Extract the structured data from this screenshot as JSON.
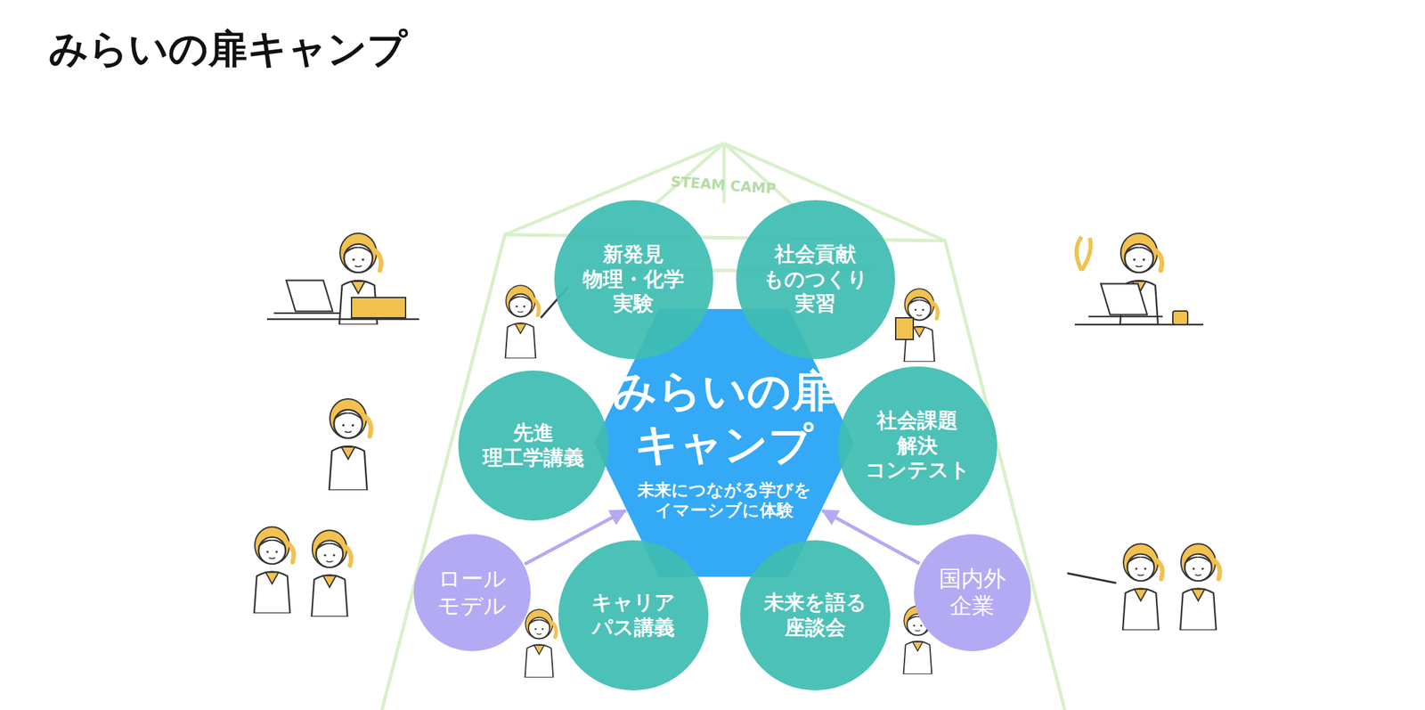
{
  "diagram": {
    "title": "みらいの扉キャンプ",
    "nodes": [
      {
        "text": [
          "みらいの扉 キャンプ",
          "未来につながる学びを イマーシブに体験"
        ]
      },
      {
        "text": [
          "新発見 物理・化学 実験"
        ]
      },
      {
        "text": [
          "社会貢献 ものつくり 実習"
        ]
      },
      {
        "text": [
          "先進 理工学講義"
        ]
      },
      {
        "text": [
          "社会課題 解決 コンテスト"
        ]
      },
      {
        "text": [
          "キャリア パス講義"
        ]
      },
      {
        "text": [
          "未来を語る 座談会"
        ]
      },
      {
        "text": [
          "ロール モデル"
        ]
      },
      {
        "text": [
          "国内外 企業"
        ]
      }
    ],
    "edges": [
      {
        "from": 7,
        "to": 0,
        "arrow": "to"
      },
      {
        "from": 8,
        "to": 0,
        "arrow": "to"
      }
    ],
    "labels": [
      "STEAM CAMP"
    ]
  }
}
